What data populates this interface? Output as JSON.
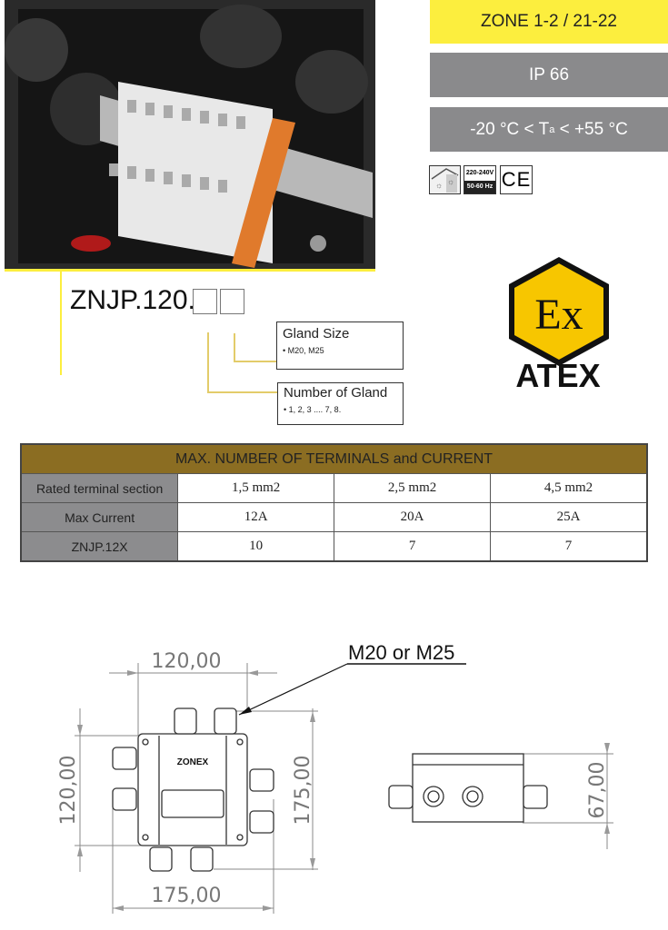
{
  "badges": {
    "zone": "ZONE 1-2 / 21-22",
    "ip": "IP 66",
    "temp_left": "-20 °C < T",
    "temp_sub": "a",
    "temp_right": " < +55 °C",
    "colors": {
      "zone": "#fcee3e",
      "grey": "#8a8a8c"
    }
  },
  "cert_icons": {
    "indoor_outdoor": "indoor-outdoor-icon",
    "voltage": "220-240V",
    "frequency": "50-60 Hz",
    "ce": "CE"
  },
  "product_code": {
    "prefix": "ZNJP.120.",
    "gland_size": {
      "title": "Gland Size",
      "values": "M20, M25"
    },
    "gland_number": {
      "title": "Number of Gland",
      "values": "1, 2, 3 .... 7, 8."
    }
  },
  "atex_logo": {
    "symbol": "Ex",
    "text": "ATEX",
    "color": "#f7c600"
  },
  "table": {
    "title": "MAX. NUMBER OF TERMINALS and CURRENT",
    "header_color": "#8b6d22",
    "rows": [
      {
        "label": "Rated terminal section",
        "values": [
          "1,5 mm2",
          "2,5 mm2",
          "4,5 mm2"
        ]
      },
      {
        "label": "Max Current",
        "values": [
          "12A",
          "20A",
          "25A"
        ]
      },
      {
        "label": "ZNJP.12X",
        "values": [
          "10",
          "7",
          "7"
        ]
      }
    ]
  },
  "drawing": {
    "gland_label": "M20 or M25",
    "top_width": "120,00",
    "left_height": "120,00",
    "right_height": "175,00",
    "bottom_width": "175,00",
    "side_height": "67,00",
    "brand": "ZONEX"
  }
}
